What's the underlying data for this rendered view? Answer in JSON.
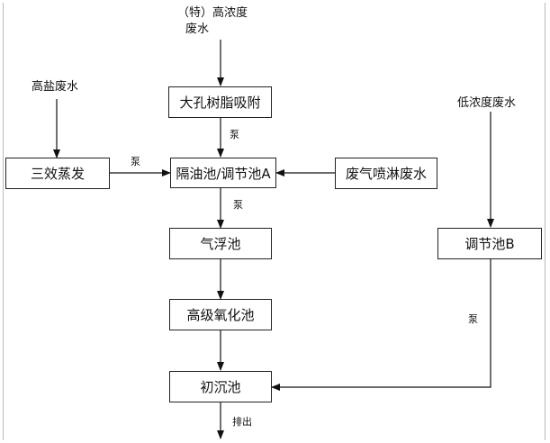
{
  "nodes": {
    "macroporous_resin": "大孔树脂吸附",
    "triple_effect": "三效蒸发",
    "oil_separation": "隔油池/调节池A",
    "exhaust_spray": "废气喷淋废水",
    "air_flotation": "气浮池",
    "advanced_oxidation": "高级氧化池",
    "primary_sedimentation": "初沉池",
    "regulating_tank_b": "调节池B"
  },
  "inputs": {
    "special_high_conc_line1": "（特）高浓度",
    "special_high_conc_line2": "废水",
    "high_salt": "高盐废水",
    "low_conc": "低浓度废水"
  },
  "edge_labels": {
    "pump_resin": "泵",
    "pump_evap": "泵",
    "pump_oil": "泵",
    "pump_b": "泵",
    "discharge": "排出"
  }
}
